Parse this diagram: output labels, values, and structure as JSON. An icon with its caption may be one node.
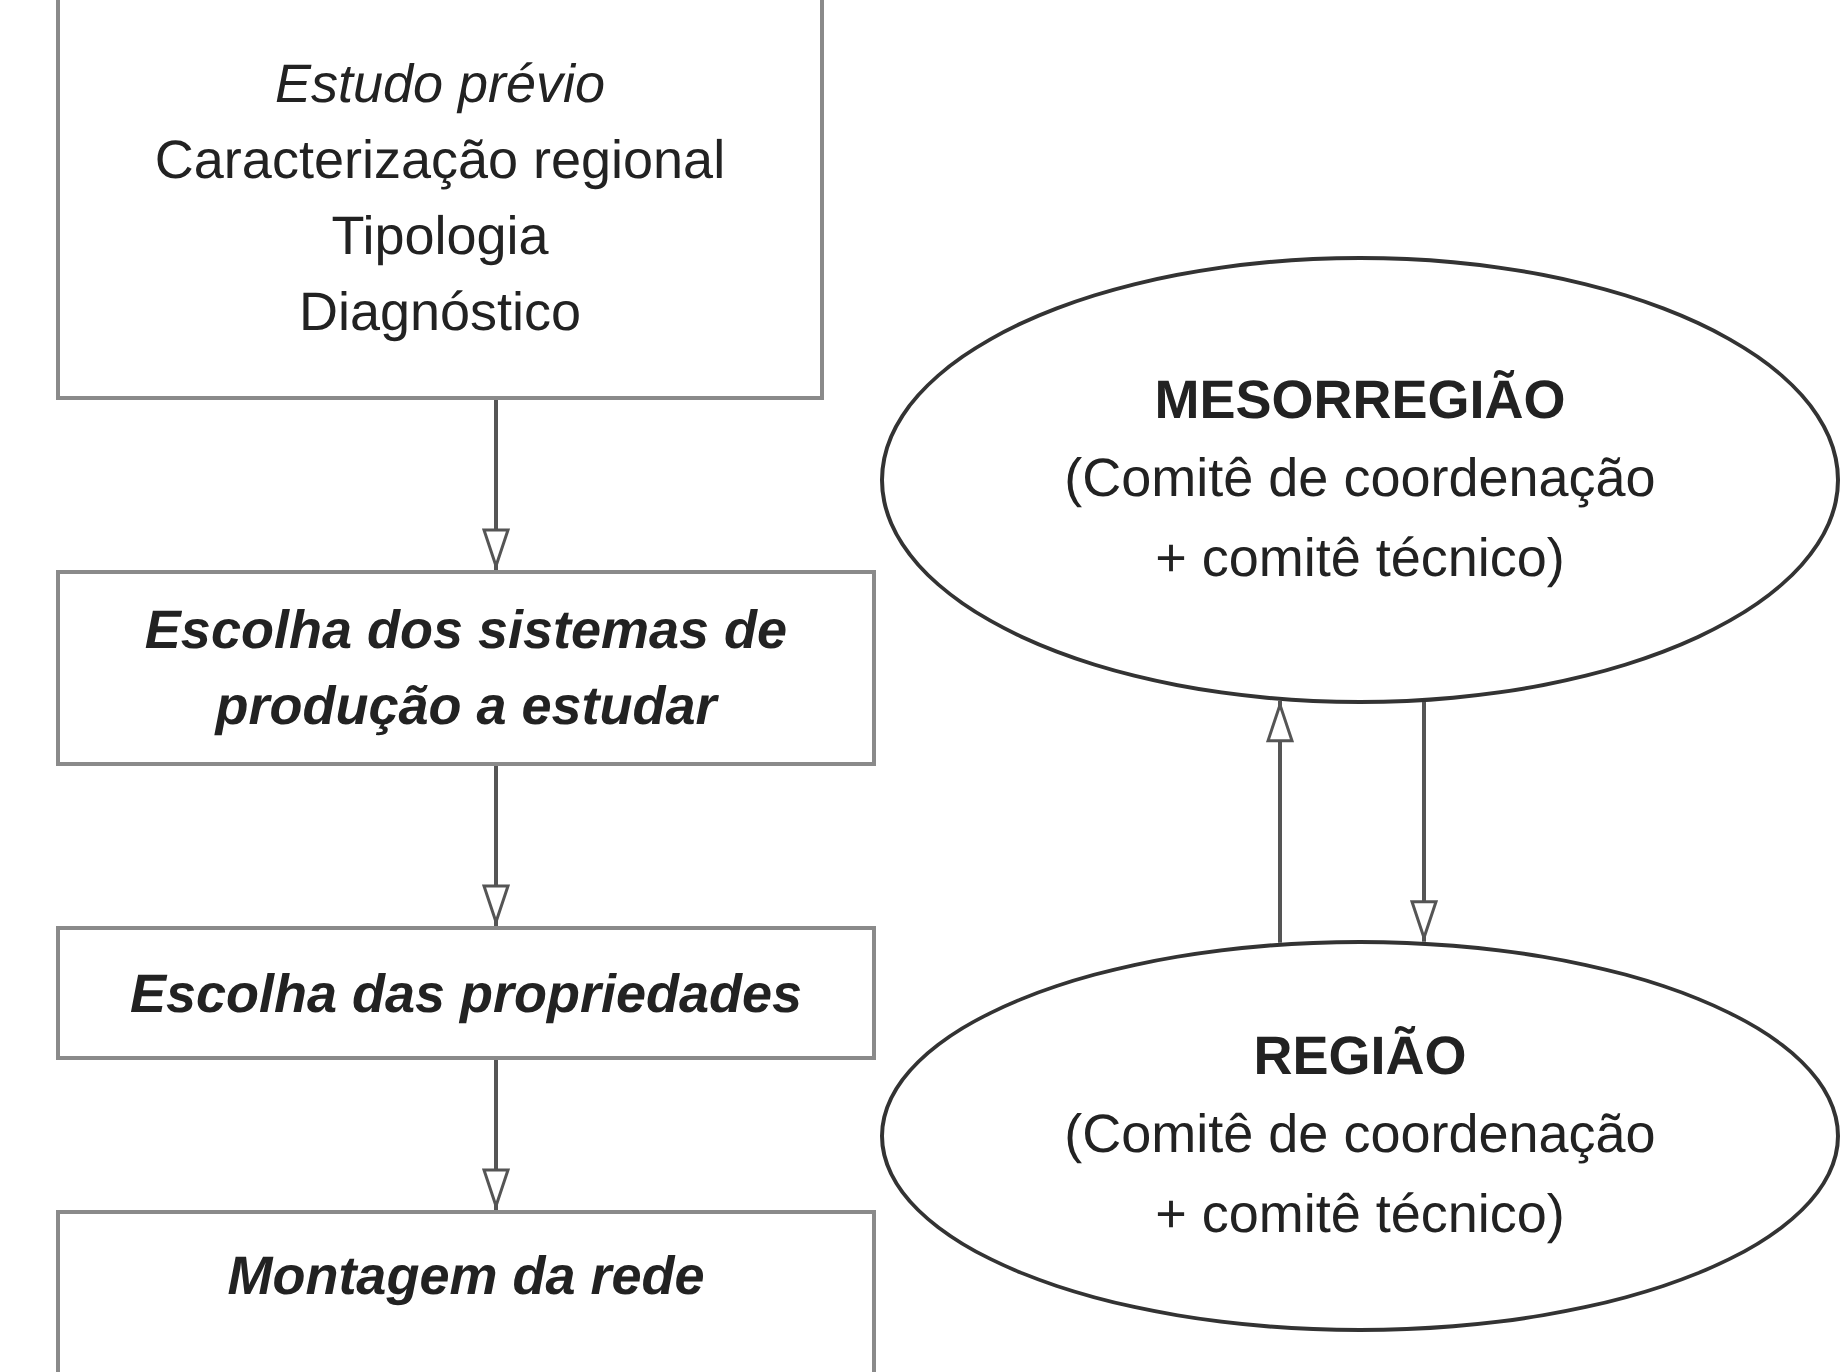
{
  "diagram": {
    "nodes": [
      {
        "text": [
          "Estudo prévio",
          "Caracterização regional",
          "Tipologia",
          "Diagnóstico"
        ]
      },
      {
        "text": [
          "Escolha dos sistemas de produção a estudar"
        ]
      },
      {
        "text": [
          "Escolha das propriedades"
        ]
      },
      {
        "text": [
          "Montagem da rede"
        ]
      },
      {
        "text": [
          "MESORREGIÃO",
          "(Comitê de coordenação + comitê técnico)"
        ]
      },
      {
        "text": [
          "REGIÃO",
          "(Comitê de coordenação + comitê técnico)"
        ]
      }
    ],
    "edges": [
      {
        "from": 0,
        "to": 1,
        "arrow": "to"
      },
      {
        "from": 1,
        "to": 2,
        "arrow": "to"
      },
      {
        "from": 2,
        "to": 3,
        "arrow": "to"
      },
      {
        "from": 5,
        "to": 4,
        "arrow": "to"
      },
      {
        "from": 4,
        "to": 5,
        "arrow": "to"
      }
    ]
  }
}
